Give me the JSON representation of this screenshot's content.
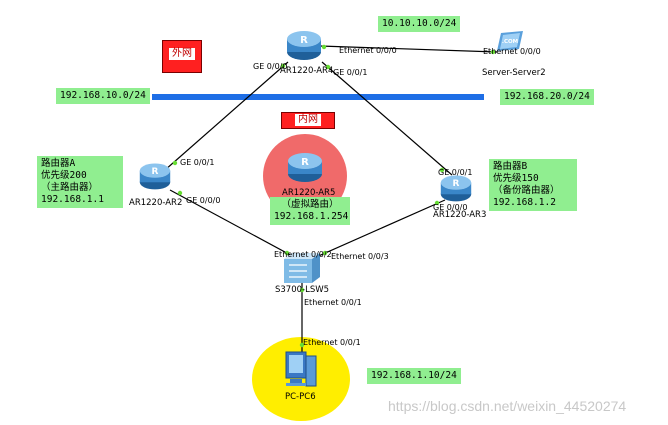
{
  "zones": {
    "outer_tag": "外网",
    "inner_tag": "内网"
  },
  "networks": {
    "server_net": "10.10.10.0/24",
    "left_net": "192.168.10.0/24",
    "right_net": "192.168.20.0/24",
    "pc_net": "192.168.1.10/24"
  },
  "devices": {
    "ar4": "AR1220-AR4",
    "ar2": "AR1220-AR2",
    "ar3": "AR1220-AR3",
    "ar5": "AR1220-AR5",
    "server": "Server-Server2",
    "switch": "S3700-LSW5",
    "pc": "PC-PC6",
    "server_badge": ".COM"
  },
  "ports": {
    "ar4_eth": "Ethernet 0/0/0",
    "server_eth": "Ethernet 0/0/0",
    "ar4_ge00": "GE 0/0/0",
    "ar4_ge01": "GE 0/0/1",
    "ar2_ge01": "GE 0/0/1",
    "ar2_ge00": "GE 0/0/0",
    "ar3_ge01": "GE 0/0/1",
    "ar3_ge00": "GE 0/0/0",
    "sw_e02": "Ethernet 0/0/2",
    "sw_e03": "Ethernet 0/0/3",
    "sw_e01": "Ethernet 0/0/1",
    "pc_e01": "Ethernet 0/0/1"
  },
  "notes": {
    "router_a": [
      "路由器A",
      "优先级200",
      "（主路由器）",
      "192.168.1.1"
    ],
    "router_b": [
      "路由器B",
      "优先级150",
      "（备份路由器）",
      "192.168.1.2"
    ],
    "virtual": [
      "（虚拟路由）",
      "192.168.1.254"
    ]
  },
  "watermark": "https://blog.csdn.net/weixin_44520274",
  "colors": {
    "note_bg": "#90ee90",
    "tag_bg": "#ff2020",
    "backbone": "#1e6ee6",
    "link": "#000000",
    "port_dot": "#66dd33",
    "router_body": "#3a86c8",
    "virtual_circle": "#f06a6a",
    "pc_circle": "#ffee00"
  }
}
